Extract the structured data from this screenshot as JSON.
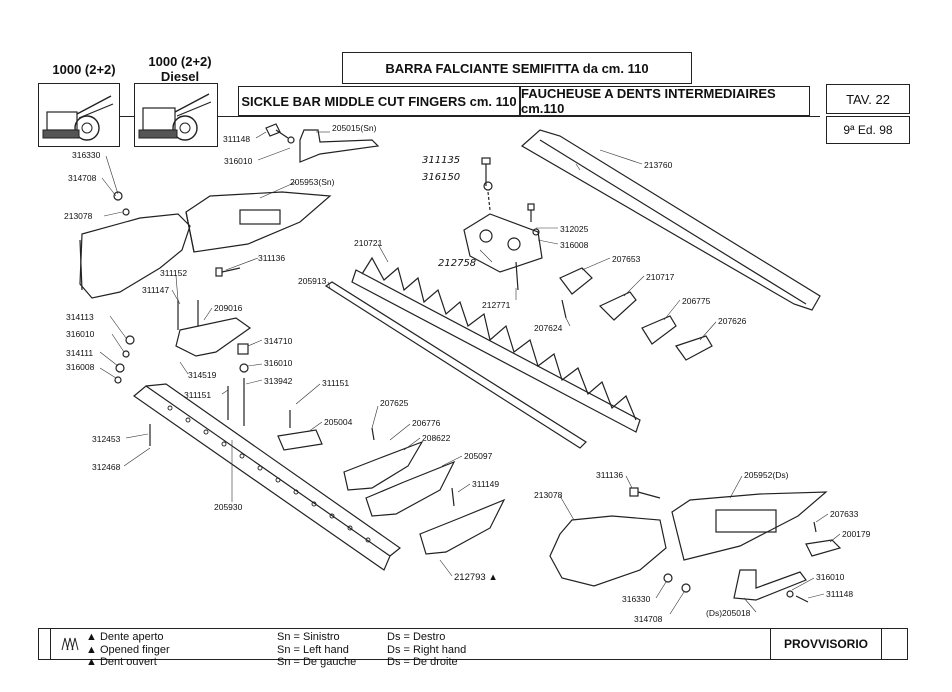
{
  "header": {
    "model_left": "1000 (2+2)",
    "model_right_line1": "1000 (2+2)",
    "model_right_line2": "Diesel",
    "title_it": "BARRA FALCIANTE SEMIFITTA da cm. 110",
    "title_en": "SICKLE BAR MIDDLE CUT FINGERS cm. 110",
    "title_fr": "FAUCHEUSE A DENTS INTERMEDIAIRES cm.110",
    "tav": "TAV. 22",
    "edition": "9ª Ed. 98"
  },
  "parts": {
    "p311148a": "311148",
    "p205015": "205015(Sn)",
    "p316010a": "316010",
    "p316330a": "316330",
    "p314708a": "314708",
    "p213078a": "213078",
    "p205953": "205953(Sn)",
    "p311136a": "311136",
    "p311135": "311135",
    "p316150": "316150",
    "p213760": "213760",
    "p312025": "312025",
    "p316008a": "316008",
    "p210721": "210721",
    "p212758": "212758",
    "p207653": "207653",
    "p210717": "210717",
    "p212771": "212771",
    "p206775": "206775",
    "p207624": "207624",
    "p207626": "207626",
    "p205913": "205913",
    "p311152": "311152",
    "p311147": "311147",
    "p209016": "209016",
    "p314113": "314113",
    "p316010b": "316010",
    "p314710": "314710",
    "p314111": "314111",
    "p316008b": "316008",
    "p316010c": "316010",
    "p314519": "314519",
    "p313942": "313942",
    "p311151a": "311151",
    "p311151b": "311151",
    "p207625": "207625",
    "p206776": "206776",
    "p205004": "205004",
    "p312453": "312453",
    "p208622": "208622",
    "p312468": "312468",
    "p205097": "205097",
    "p311149": "311149",
    "p205930": "205930",
    "p212793": "212793 ▲",
    "p311136b": "311136",
    "p205952": "205952(Ds)",
    "p213078b": "213078",
    "p207633": "207633",
    "p200179": "200179",
    "p316010d": "316010",
    "p311148b": "311148",
    "p316330b": "316330",
    "p314708b": "314708",
    "p205018": "(Ds)205018"
  },
  "legend": {
    "col1": [
      "▲ Dente aperto",
      "▲ Opened finger",
      "▲ Dent ouvert"
    ],
    "col2": [
      "Sn = Sinistro",
      "Sn = Left hand",
      "Sn = De gauche"
    ],
    "col3": [
      "Ds = Destro",
      "Ds = Right hand",
      "Ds = De droite"
    ],
    "status": "PROVVISORIO"
  }
}
